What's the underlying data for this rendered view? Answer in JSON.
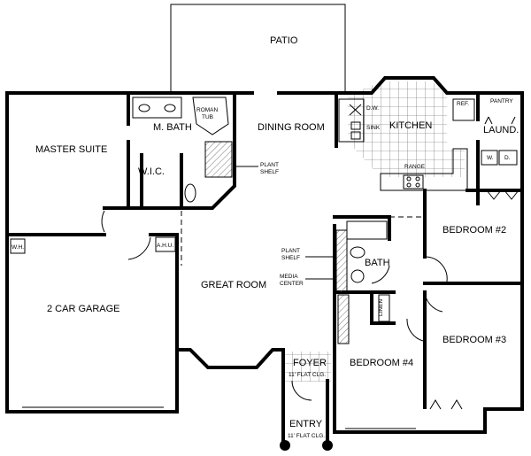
{
  "rooms": {
    "patio": "PATIO",
    "dining_room": "DINING ROOM",
    "kitchen": "KITCHEN",
    "master_suite": "MASTER SUITE",
    "master_bath": "M. BATH",
    "wic": "W.I.C.",
    "garage": "2 CAR GARAGE",
    "great_room": "GREAT ROOM",
    "bedroom2": "BEDROOM #2",
    "bedroom3": "BEDROOM #3",
    "bedroom4": "BEDROOM #4",
    "bath": "BATH",
    "laundry": "LAUND.",
    "foyer": "FOYER",
    "entry": "ENTRY"
  },
  "fixtures": {
    "dishwasher": "D.W.",
    "sink": "SINK",
    "refrigerator": "REF.",
    "pantry": "PANTRY",
    "washer": "W.",
    "dryer": "D.",
    "range": "RANGE",
    "roman_tub_1": "ROMAN",
    "roman_tub_2": "TUB",
    "water_heater": "W.H.",
    "air_handler": "A.H.U.",
    "linen": "LINEN"
  },
  "notes": {
    "plant_shelf_1a": "PLANT",
    "plant_shelf_1b": "SHELF",
    "plant_shelf_2a": "PLANT",
    "plant_shelf_2b": "SHELF",
    "media_center_a": "MEDIA",
    "media_center_b": "CENTER",
    "foyer_ceiling": "11' FLAT CLG.",
    "entry_ceiling": "11' FLAT CLG."
  }
}
